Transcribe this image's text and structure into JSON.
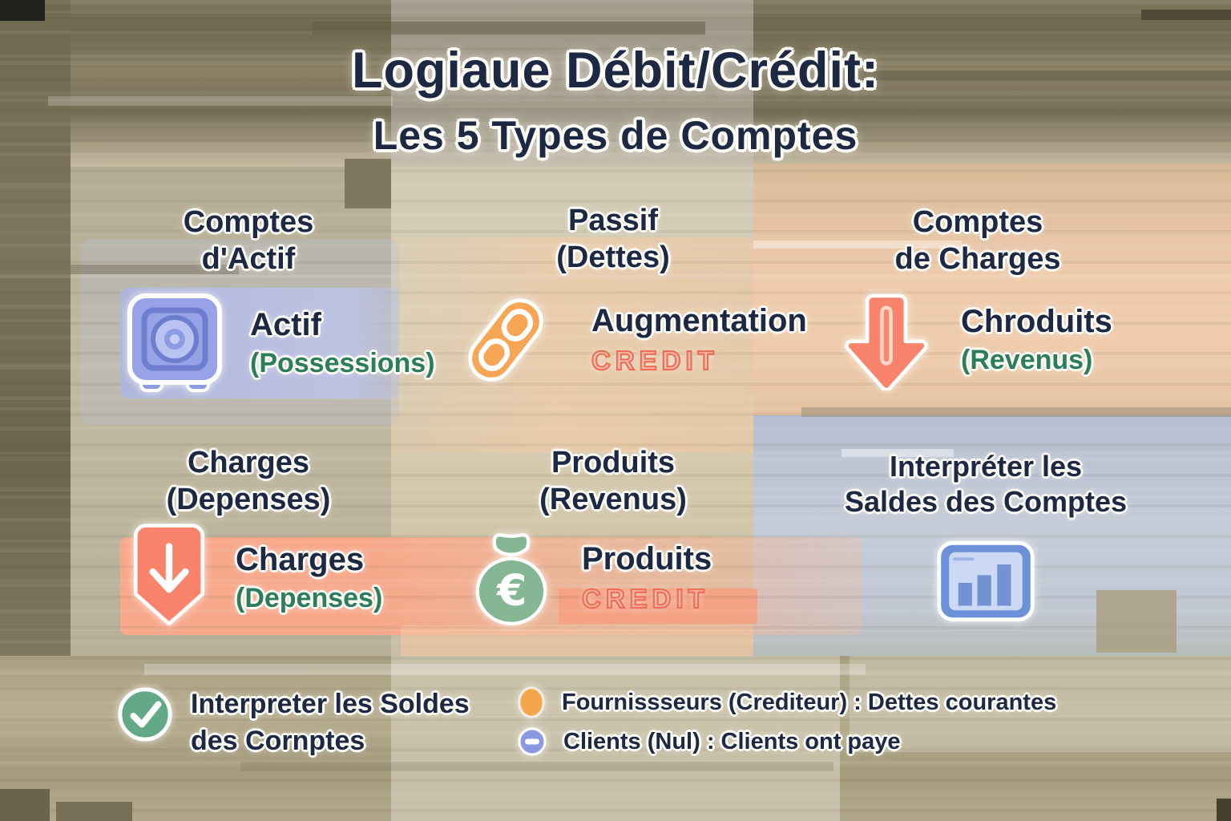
{
  "title": {
    "line1": "Logiaue Débit/Crédit:",
    "line2": "Les 5 Types de Comptes"
  },
  "sections": [
    {
      "header_line1": "Comptes",
      "header_line2": "d'Actif",
      "icon": "safe-icon",
      "label": "Actif",
      "sublabel": "(Possessions)"
    },
    {
      "header_line1": "Passif",
      "header_line2": "(Dettes)",
      "icon": "chain-link-icon",
      "label": "Augmentation",
      "sublabel": "CREDIT"
    },
    {
      "header_line1": "Comptes",
      "header_line2": "de Charges",
      "icon": "arrow-down-icon",
      "label": "Chroduits",
      "sublabel": "(Revenus)"
    },
    {
      "header_line1": "Charges",
      "header_line2": "(Depenses)",
      "icon": "shield-arrow-down-icon",
      "label": "Charges",
      "sublabel": "(Depenses)"
    },
    {
      "header_line1": "Produits",
      "header_line2": "(Revenus)",
      "icon": "money-bag-icon",
      "label": "Produits",
      "sublabel": "CREDIT"
    },
    {
      "header_line1": "Interpréter les",
      "header_line2": "Saldes des Comptes",
      "icon": "bar-chart-icon",
      "label": "",
      "sublabel": ""
    }
  ],
  "footer": {
    "check_item": {
      "icon": "check-circle-icon",
      "line1": "Interpreter les Soldes",
      "line2": "des Cornptes"
    },
    "bullets": [
      {
        "marker": "orange-dot-icon",
        "text": "Fournissseurs (Crediteur) : Dettes courantes"
      },
      {
        "marker": "minus-circle-icon",
        "text": "Clients (Nul) : Clients ont paye"
      }
    ]
  },
  "colors": {
    "navy_text": "#1d2843",
    "green_text": "#2b7d5c",
    "coral": "#f4826c",
    "orange": "#f5a84f",
    "periwinkle": "#8e9ce4",
    "chart_blue": "#5d83c9",
    "bag_green": "#86b795",
    "check_green": "#63a987",
    "lavender_card": "#b5bcdd",
    "salmon_card": "#f7a88a"
  }
}
